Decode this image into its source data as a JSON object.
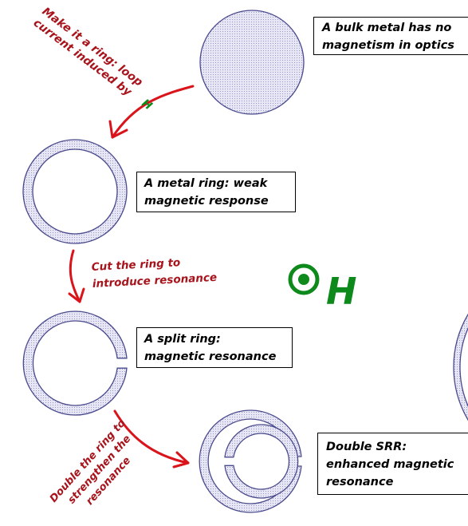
{
  "boxes": {
    "bulk": [
      "A bulk metal has no",
      "magnetism in optics"
    ],
    "ring": [
      "A metal ring: weak",
      "magnetic response"
    ],
    "split": [
      "A split ring:",
      "magnetic resonance"
    ],
    "double": [
      "Double SRR:",
      "enhanced magnetic",
      "resonance"
    ]
  },
  "arrows": {
    "make_ring": [
      "Make it a ring: loop",
      "current induced by"
    ],
    "make_ring_h": "H",
    "cut_ring": [
      "Cut the ring to",
      "introduce resonance"
    ],
    "double_ring": [
      "Double the ring to",
      "strengthen the",
      "resonance"
    ]
  },
  "field_symbol": {
    "label": "H"
  },
  "colors": {
    "arrow": "#d9141b",
    "arrow_text": "#a8141c",
    "field": "#0e8a1c",
    "ring_fill": "#e3e3f4",
    "ring_stroke": "#4a4a8c"
  }
}
